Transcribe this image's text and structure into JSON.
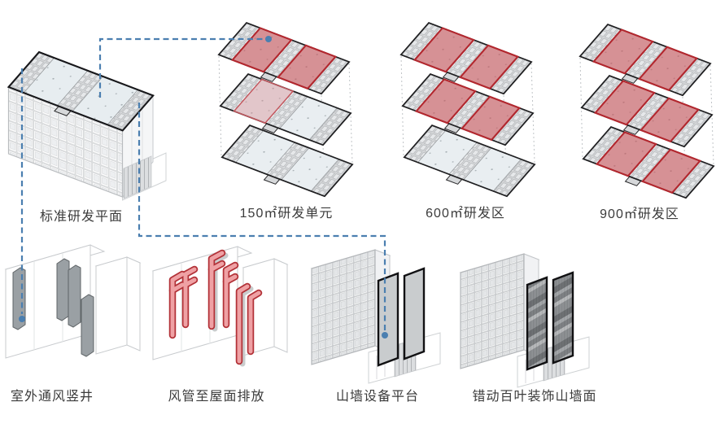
{
  "panels": [
    {
      "name": "standard-plan",
      "label": "标准研发平面"
    },
    {
      "name": "unit-150",
      "label": "150㎡研发单元"
    },
    {
      "name": "zone-600",
      "label": "600㎡研发区"
    },
    {
      "name": "zone-900",
      "label": "900㎡研发区"
    },
    {
      "name": "vent-shaft",
      "label": "室外通风竖井"
    },
    {
      "name": "duct-roof",
      "label": "风管至屋面排放"
    },
    {
      "name": "gable-platform",
      "label": "山墙设备平台"
    },
    {
      "name": "louver-gable",
      "label": "错动百叶装饰山墙面"
    }
  ],
  "stacks": [
    {
      "name": "unit-150",
      "plates": [
        {
          "highlight": "both-strong"
        },
        {
          "highlight": "left-light"
        },
        {
          "highlight": "none"
        }
      ]
    },
    {
      "name": "zone-600",
      "plates": [
        {
          "highlight": "both-strong"
        },
        {
          "highlight": "both-strong"
        },
        {
          "highlight": "none"
        }
      ]
    },
    {
      "name": "zone-900",
      "plates": [
        {
          "highlight": "both-strong"
        },
        {
          "highlight": "both-strong"
        },
        {
          "highlight": "both-strong"
        }
      ]
    }
  ],
  "connectors": [
    {
      "from": "standard-plan-roof",
      "to": "unit-150-top-plate",
      "style": "dashed-blue"
    },
    {
      "from": "standard-plan-roof-left-corner",
      "to": "vent-shaft",
      "style": "dashed-blue"
    },
    {
      "from": "standard-plan-roof-right-end",
      "to": "gable-platform-panel",
      "style": "dashed-blue"
    }
  ],
  "colors": {
    "background": "#ffffff",
    "connector_blue": "#4b7fb0",
    "plate_fill": "#e9eef1",
    "plate_outline": "#1e1e20",
    "highlight_red_border": "#b2272e",
    "highlight_red_fill": "#d59095",
    "highlight_light_red": "#e4b9bc",
    "core_gray": "#d6d8da",
    "shaft_gray": "#9aa0a4",
    "pipe_pink": "#efa1a4",
    "pipe_border": "#b23137",
    "panel_gray": "#c9ccce",
    "text": "#3b3b3b"
  }
}
